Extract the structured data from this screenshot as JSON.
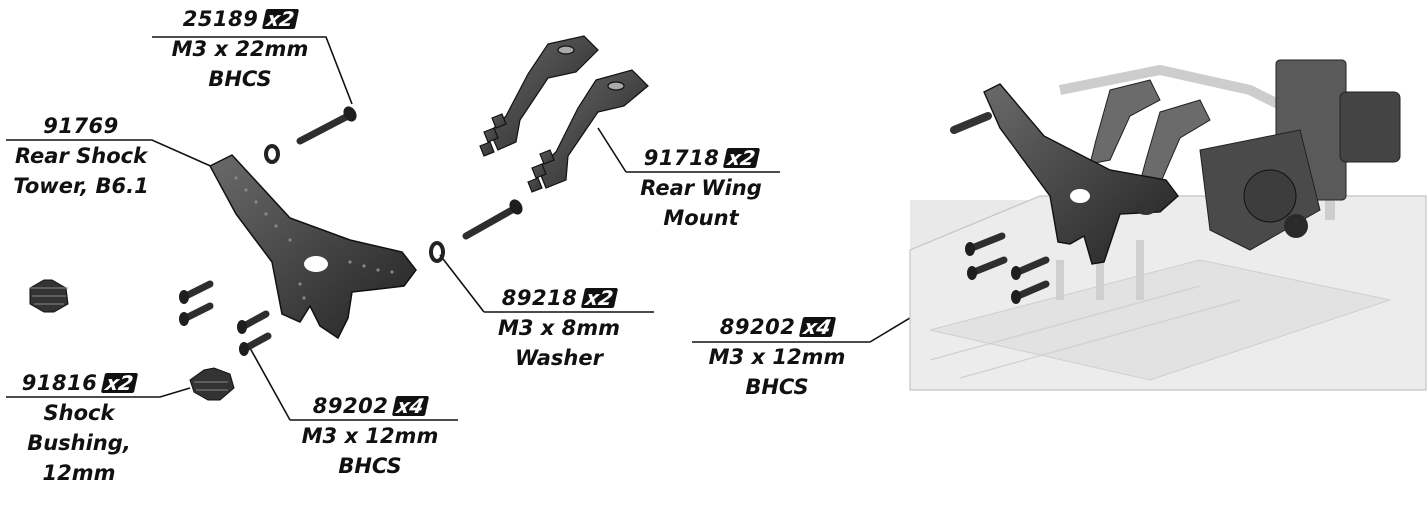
{
  "parts": {
    "screw_22": {
      "number": "25189",
      "qty": "x2",
      "lines": [
        "M3 x 22mm",
        "BHCS"
      ]
    },
    "tower": {
      "number": "91769",
      "lines": [
        "Rear Shock",
        "Tower, B6.1"
      ]
    },
    "wing_mount": {
      "number": "91718",
      "qty": "x2",
      "lines": [
        "Rear Wing",
        "Mount"
      ]
    },
    "washer": {
      "number": "89218",
      "qty": "x2",
      "lines": [
        "M3 x 8mm",
        "Washer"
      ]
    },
    "bushing": {
      "number": "91816",
      "qty": "x2",
      "lines": [
        "Shock",
        "Bushing,",
        "12mm"
      ]
    },
    "screw_12_left": {
      "number": "89202",
      "qty": "x4",
      "lines": [
        "M3 x 12mm",
        "BHCS"
      ]
    },
    "screw_12_right": {
      "number": "89202",
      "qty": "x4",
      "lines": [
        "M3 x 12mm",
        "BHCS"
      ]
    }
  },
  "colors": {
    "ink": "#111111",
    "part": "#3a3a3a",
    "chassis": "#e6e6e6",
    "chassis_edge": "#bdbdbd"
  }
}
